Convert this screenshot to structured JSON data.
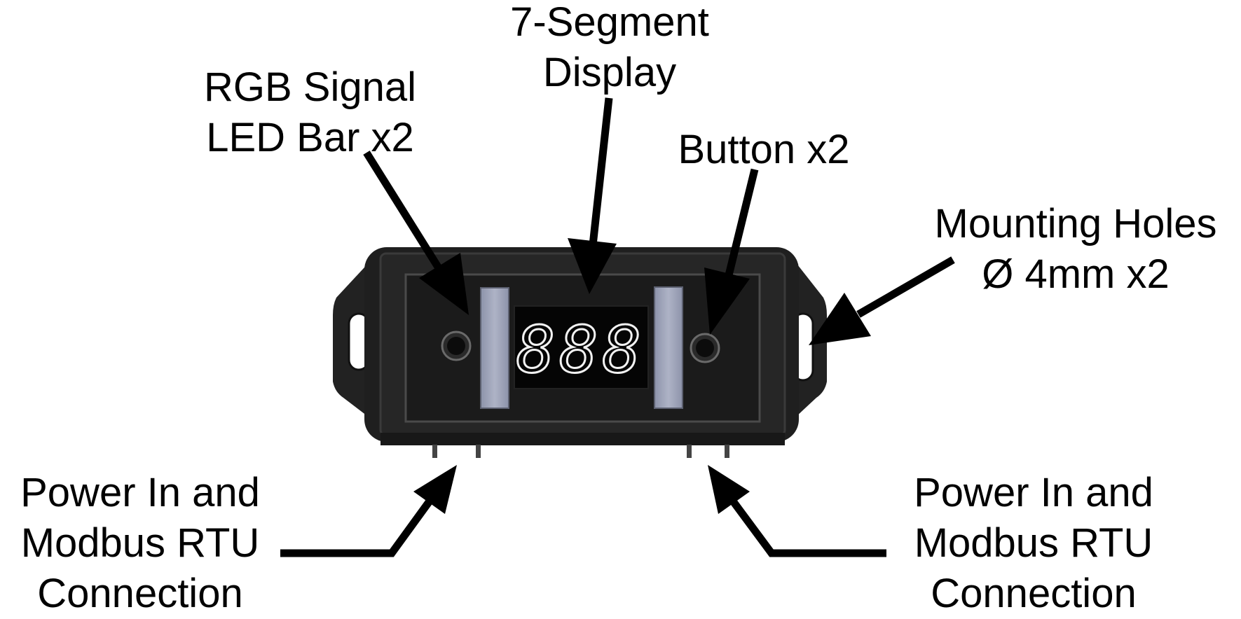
{
  "labels": {
    "seven_segment": {
      "line1": "7-Segment",
      "line2": "Display"
    },
    "led_bar": {
      "line1": "RGB Signal",
      "line2": "LED Bar x2"
    },
    "button": {
      "line1": "Button x2"
    },
    "mounting": {
      "line1": "Mounting Holes",
      "line2": "Ø 4mm x2"
    },
    "power_left": {
      "line1": "Power In and",
      "line2": "Modbus RTU",
      "line3": "Connection"
    },
    "power_right": {
      "line1": "Power In and",
      "line2": "Modbus RTU",
      "line3": "Connection"
    }
  },
  "display": {
    "digits": "888"
  },
  "colors": {
    "enclosure": "#1f1f1f",
    "enclosure_edge": "#3a3a3a",
    "led_bar": "#9aa0b5",
    "display_digit": "#f2f2f2",
    "arrow": "#000000"
  }
}
